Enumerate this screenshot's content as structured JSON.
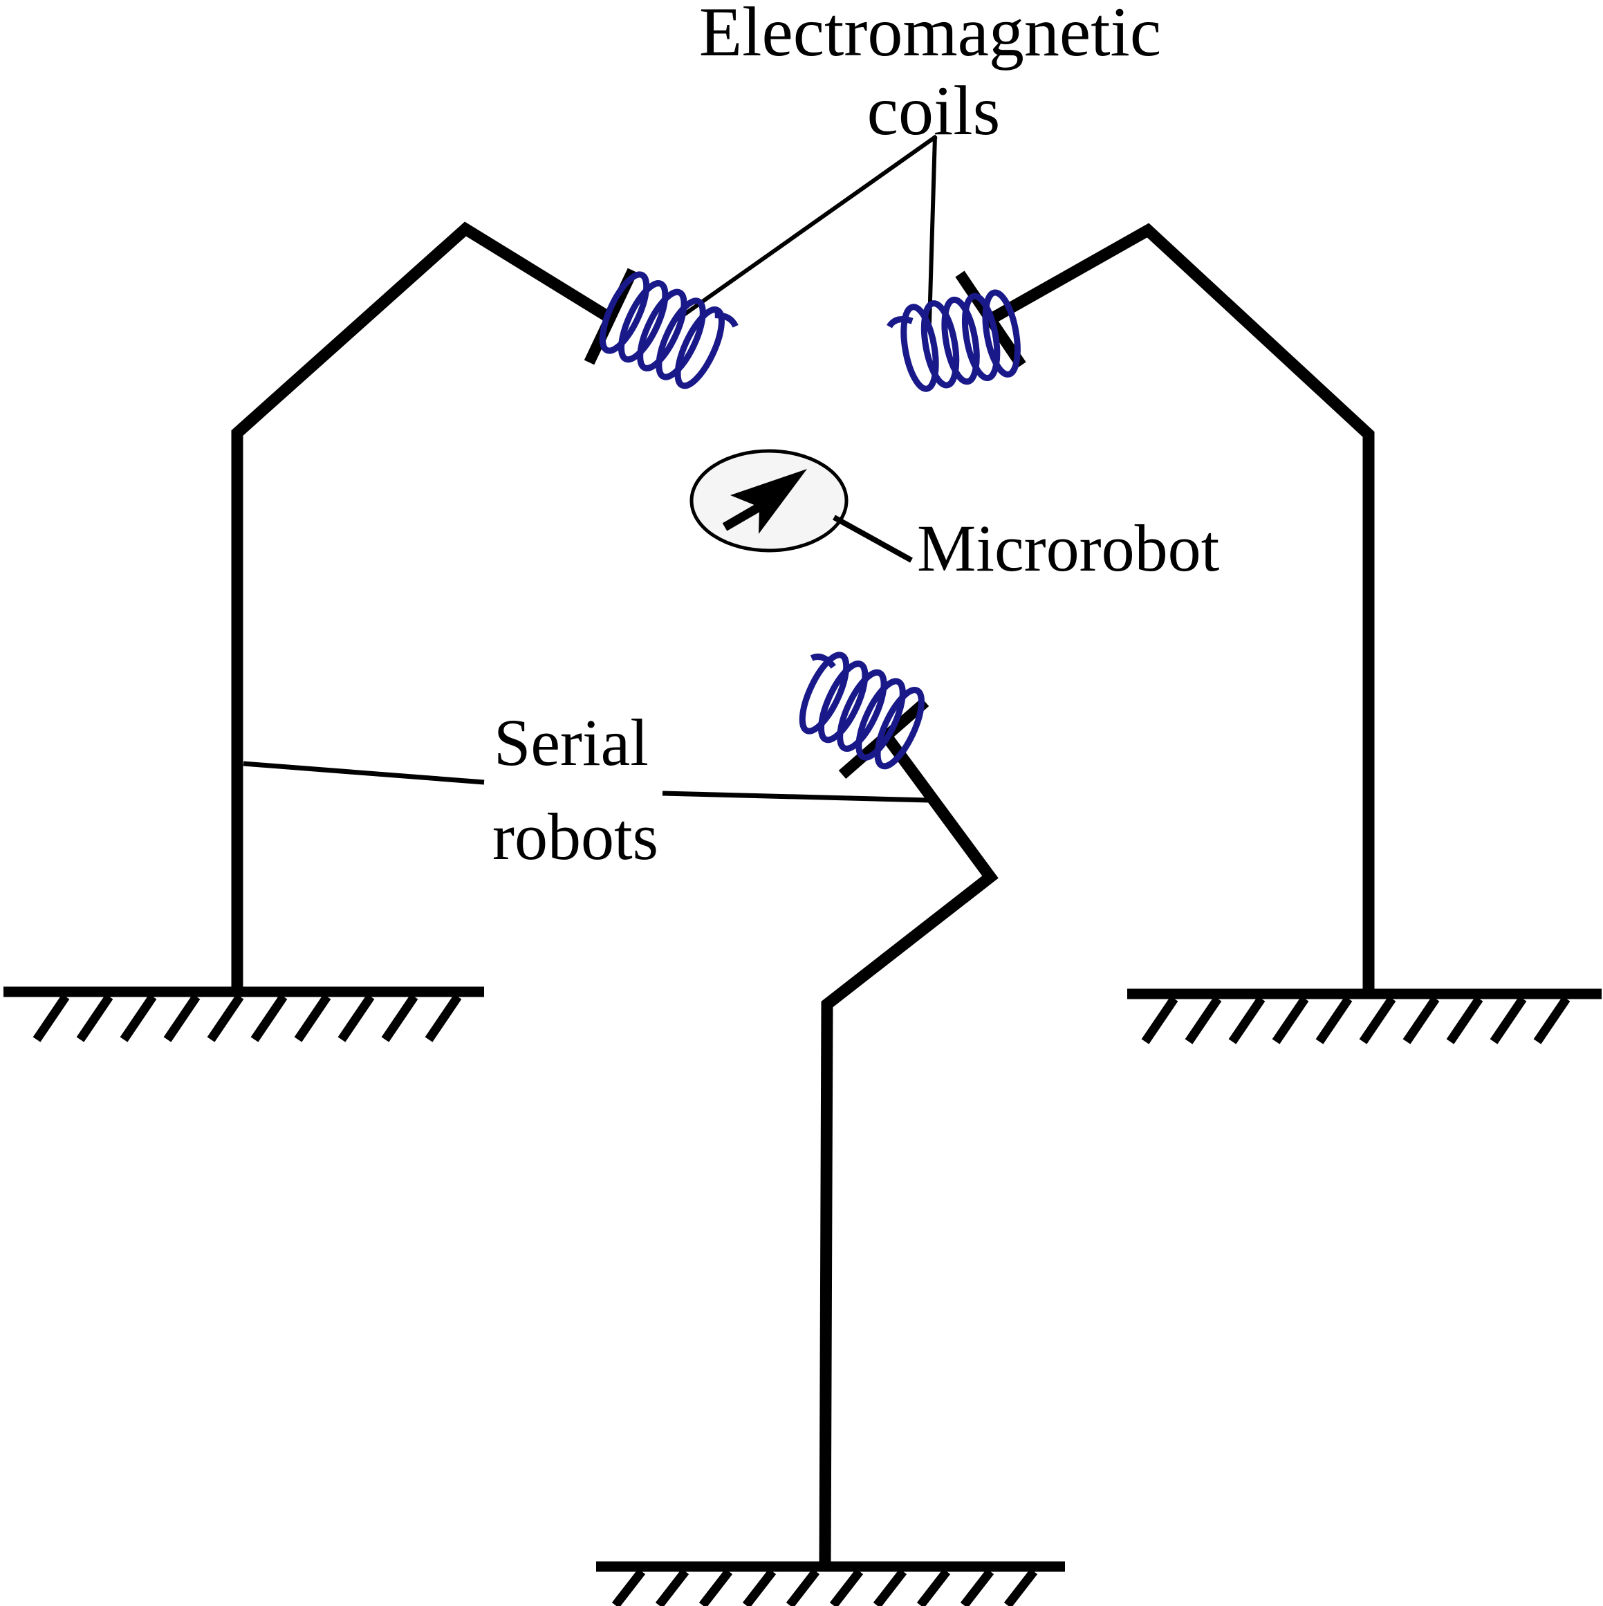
{
  "title": {
    "line1": "Electromagnetic",
    "line2": "coils"
  },
  "labels": {
    "microrobot": "Microrobot",
    "serial_robots_line1": "Serial",
    "serial_robots_line2": "robots"
  },
  "colors": {
    "coil": "#19198a",
    "ink": "#000000",
    "microrobot_fill": "#f5f5f5",
    "background": "#ffffff"
  }
}
